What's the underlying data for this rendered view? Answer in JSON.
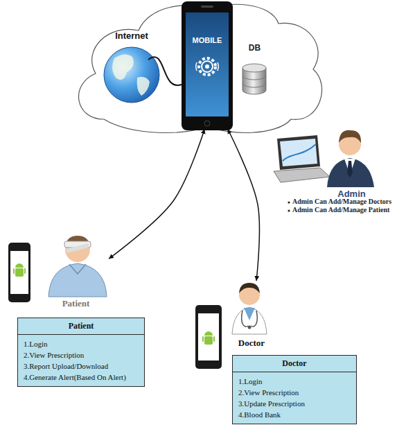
{
  "diagram": {
    "nodes": [
      {
        "text": [
          "Internet"
        ]
      },
      {
        "text": [
          "MOBILE"
        ],
        "in": 0
      },
      {
        "text": [
          "DB"
        ],
        "in": 0
      },
      {
        "text": [
          "Admin"
        ]
      },
      {
        "text": [
          "Patient"
        ]
      },
      {
        "text": [
          "Patient",
          "1.Login",
          "2.View Prescription",
          "3.Report Upload/Download",
          "4.Generate Alert(Based On Alert)"
        ]
      },
      {
        "text": [
          "Doctor"
        ]
      },
      {
        "text": [
          "Doctor",
          "1.Login",
          "2.View Prescription",
          "3.Update Prescription",
          "4.Blood Bank"
        ]
      }
    ],
    "edges": [
      {
        "from": 1,
        "to": 4,
        "arrow": "both"
      },
      {
        "from": 1,
        "to": 6,
        "arrow": "both"
      }
    ],
    "labels": [
      "Admin Can Add/Manage Doctors",
      "Admin Can Add/Manage Patient"
    ]
  }
}
